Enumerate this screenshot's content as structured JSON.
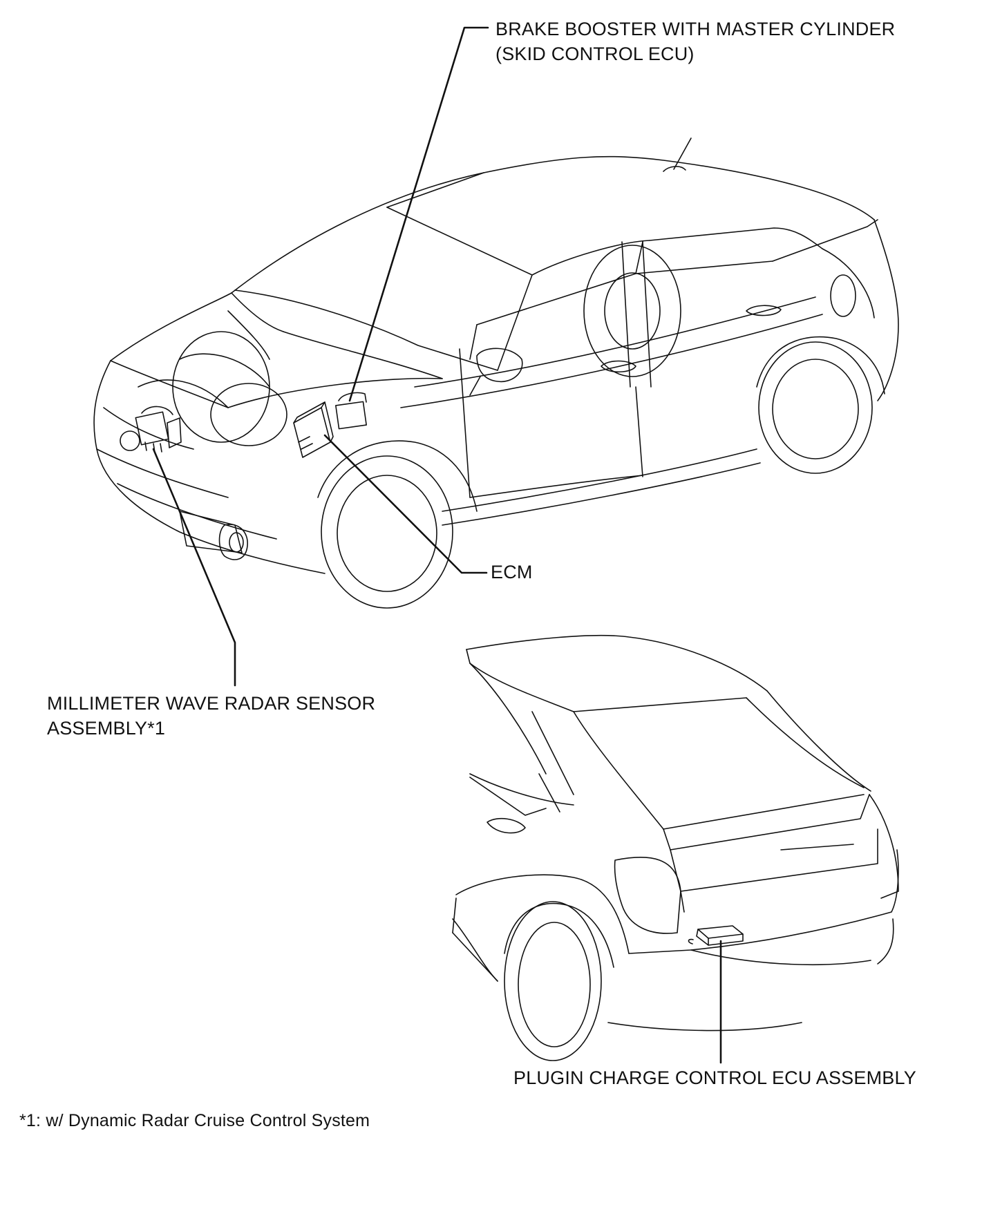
{
  "labels": {
    "brake_booster_line1": "BRAKE BOOSTER WITH MASTER CYLINDER",
    "brake_booster_line2": "(SKID CONTROL ECU)",
    "ecm": "ECM",
    "radar_line1": "MILLIMETER WAVE RADAR SENSOR",
    "radar_line2": "ASSEMBLY*1",
    "plugin": "PLUGIN CHARGE CONTROL ECU ASSEMBLY"
  },
  "footnote": "*1: w/ Dynamic Radar Cruise Control System",
  "colors": {
    "line": "#111111",
    "background": "#ffffff"
  }
}
